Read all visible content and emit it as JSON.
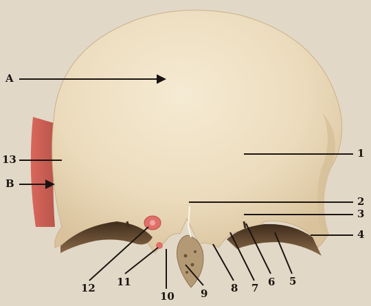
{
  "labels": {
    "A": "A",
    "B": "B",
    "n1": "1",
    "n2": "2",
    "n3": "3",
    "n4": "4",
    "n5": "5",
    "n6": "6",
    "n7": "7",
    "n8": "8",
    "n9": "9",
    "n10": "10",
    "n11": "11",
    "n12": "12",
    "n13": "13"
  },
  "colors": {
    "background": "#e2d8c7",
    "bone": "#efe1c6",
    "bone_shadow": "#d8c3a0",
    "orbit_shadow": "#6b5238",
    "highlight": "#e0706a",
    "temporal": "#c96a5a",
    "ink": "#1a1410"
  }
}
